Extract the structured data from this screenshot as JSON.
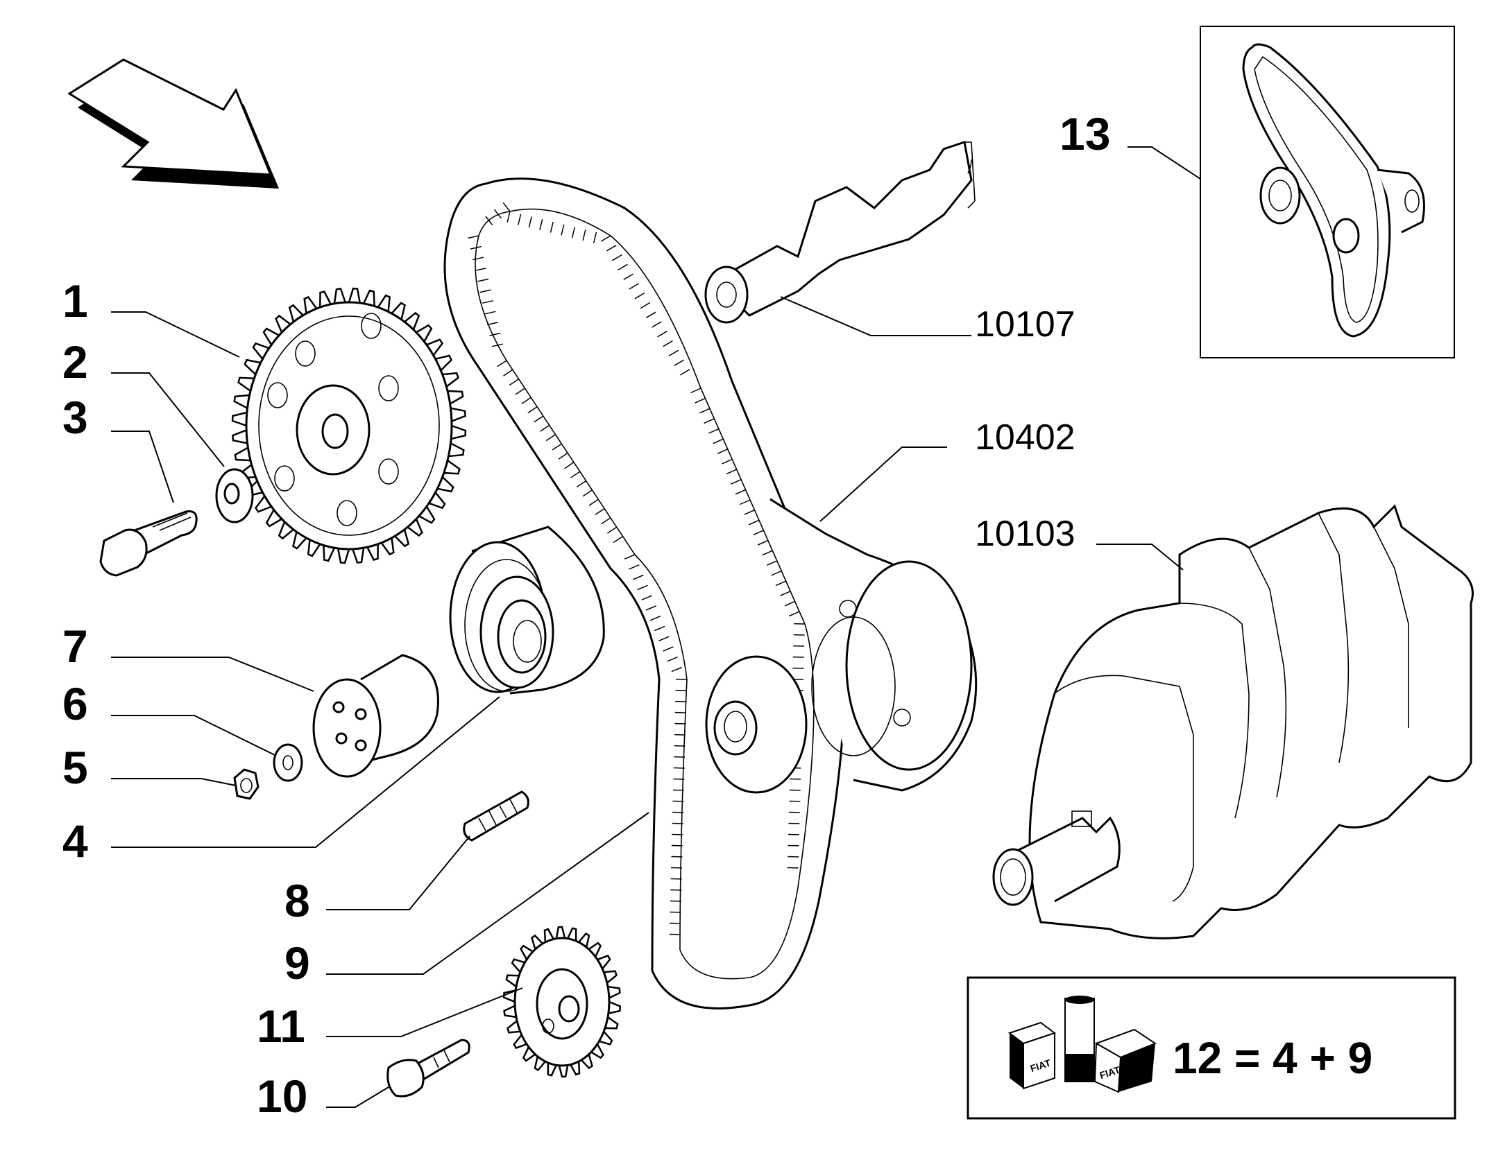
{
  "callouts": {
    "c1": "1",
    "c2": "2",
    "c3": "3",
    "c4": "4",
    "c5": "5",
    "c6": "6",
    "c7": "7",
    "c8": "8",
    "c9": "9",
    "c10": "10",
    "c11": "11",
    "c13": "13"
  },
  "references": {
    "r10107": "10107",
    "r10402": "10402",
    "r10103": "10103"
  },
  "kit_note": {
    "formula": "12 = 4 + 9",
    "box_logo_text": "FIAT",
    "icon": "kit-box-icon"
  },
  "icons": {
    "direction": "arrow-icon"
  }
}
